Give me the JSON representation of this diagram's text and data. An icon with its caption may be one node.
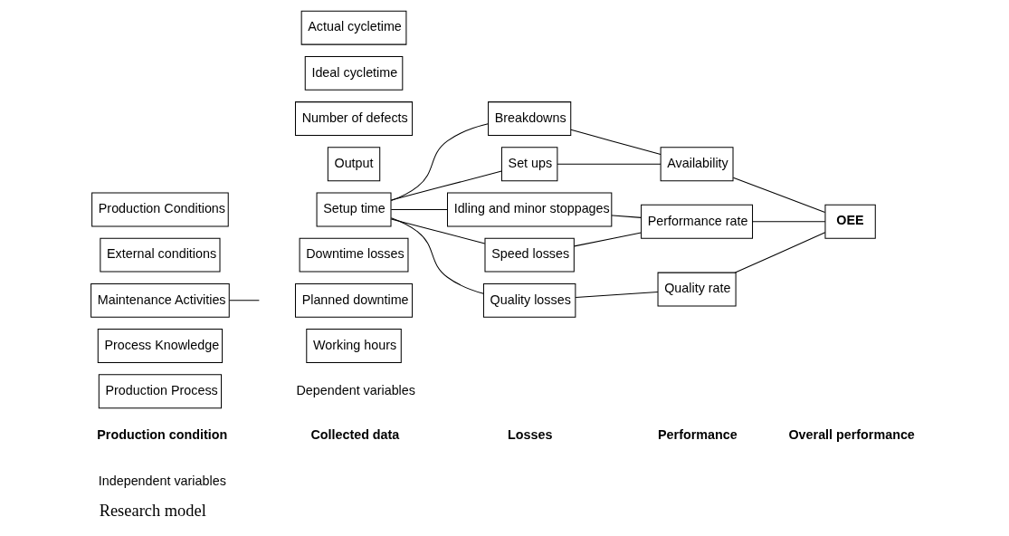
{
  "diagram": {
    "caption": "Research model",
    "nodes": [
      {
        "text": [
          "Production Process"
        ]
      },
      {
        "text": [
          "Process Knowledge"
        ]
      },
      {
        "text": [
          "Maintenance Activities"
        ]
      },
      {
        "text": [
          "External conditions"
        ]
      },
      {
        "text": [
          "Production Conditions"
        ]
      },
      {
        "text": [
          "Working hours"
        ]
      },
      {
        "text": [
          "Planned downtime"
        ]
      },
      {
        "text": [
          "Downtime losses"
        ]
      },
      {
        "text": [
          "Setup time"
        ]
      },
      {
        "text": [
          "Output"
        ]
      },
      {
        "text": [
          "Number of defects"
        ]
      },
      {
        "text": [
          "Ideal cycletime"
        ]
      },
      {
        "text": [
          "Actual cycletime"
        ]
      },
      {
        "text": [
          "Breakdowns"
        ]
      },
      {
        "text": [
          "Set ups"
        ]
      },
      {
        "text": [
          "Idling and minor stoppages"
        ]
      },
      {
        "text": [
          "Speed losses"
        ]
      },
      {
        "text": [
          "Quality losses"
        ]
      },
      {
        "text": [
          "Availability"
        ]
      },
      {
        "text": [
          "Performance rate"
        ]
      },
      {
        "text": [
          "Quality rate"
        ]
      },
      {
        "text": [
          "OEE"
        ]
      }
    ],
    "edges": [
      {
        "from": 2,
        "to": null,
        "arrow": "none"
      },
      {
        "from": 8,
        "to": 13,
        "arrow": "none"
      },
      {
        "from": 8,
        "to": 14,
        "arrow": "none"
      },
      {
        "from": 8,
        "to": 15,
        "arrow": "none"
      },
      {
        "from": 8,
        "to": 16,
        "arrow": "none"
      },
      {
        "from": 8,
        "to": 17,
        "arrow": "none"
      },
      {
        "from": 13,
        "to": 18,
        "arrow": "none"
      },
      {
        "from": 14,
        "to": 18,
        "arrow": "none"
      },
      {
        "from": 15,
        "to": 19,
        "arrow": "none"
      },
      {
        "from": 16,
        "to": 19,
        "arrow": "none"
      },
      {
        "from": 17,
        "to": 20,
        "arrow": "none"
      },
      {
        "from": 18,
        "to": 21,
        "arrow": "none"
      },
      {
        "from": 19,
        "to": 21,
        "arrow": "none"
      },
      {
        "from": 20,
        "to": 21,
        "arrow": "none"
      }
    ],
    "labels": [
      "Independent variables",
      "Dependent variables",
      "Production condition",
      "Collected data",
      "Losses",
      "Performance",
      "Overall performance"
    ]
  }
}
